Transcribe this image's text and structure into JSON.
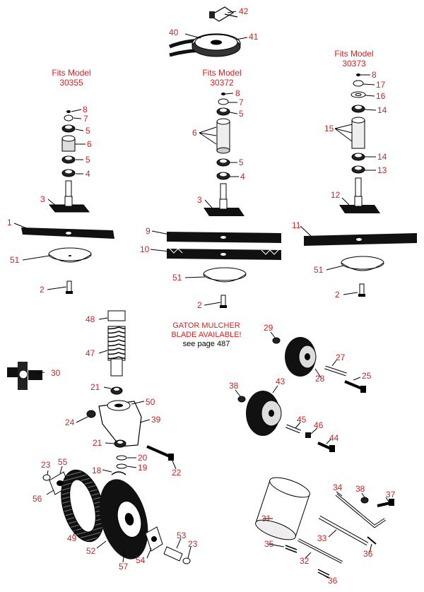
{
  "colors": {
    "callout": "#d42020",
    "ink": "#000000",
    "paper": "#ffffff"
  },
  "models": {
    "left": {
      "fits": "Fits Model",
      "number": "30355"
    },
    "center": {
      "fits": "Fits Model",
      "number": "30372"
    },
    "right": {
      "fits": "Fits Model",
      "number": "30373"
    }
  },
  "note": {
    "line1": "GATOR MULCHER",
    "line2": "BLADE AVAILABLE!",
    "line3": "see page 487"
  },
  "parts": {
    "p1": "1",
    "p2": "2",
    "p3": "3",
    "p4": "4",
    "p5": "5",
    "p6": "6",
    "p7": "7",
    "p8": "8",
    "p9": "9",
    "p10": "10",
    "p11": "11",
    "p12": "12",
    "p13": "13",
    "p14": "14",
    "p15": "15",
    "p16": "16",
    "p17": "17",
    "p18": "18",
    "p19": "19",
    "p20": "20",
    "p21": "21",
    "p22": "22",
    "p23": "23",
    "p24": "24",
    "p25": "25",
    "p27": "27",
    "p28": "28",
    "p29": "29",
    "p30": "30",
    "p31": "31",
    "p32": "32",
    "p33": "33",
    "p34": "34",
    "p35": "35",
    "p36": "36",
    "p37": "37",
    "p38": "38",
    "p39": "39",
    "p40": "40",
    "p41": "41",
    "p42": "42",
    "p43": "43",
    "p44": "44",
    "p45": "45",
    "p46": "46",
    "p47": "47",
    "p48": "48",
    "p49": "49",
    "p50": "50",
    "p51": "51",
    "p52": "52",
    "p53": "53",
    "p54": "54",
    "p55": "55",
    "p56": "56",
    "p57": "57"
  }
}
